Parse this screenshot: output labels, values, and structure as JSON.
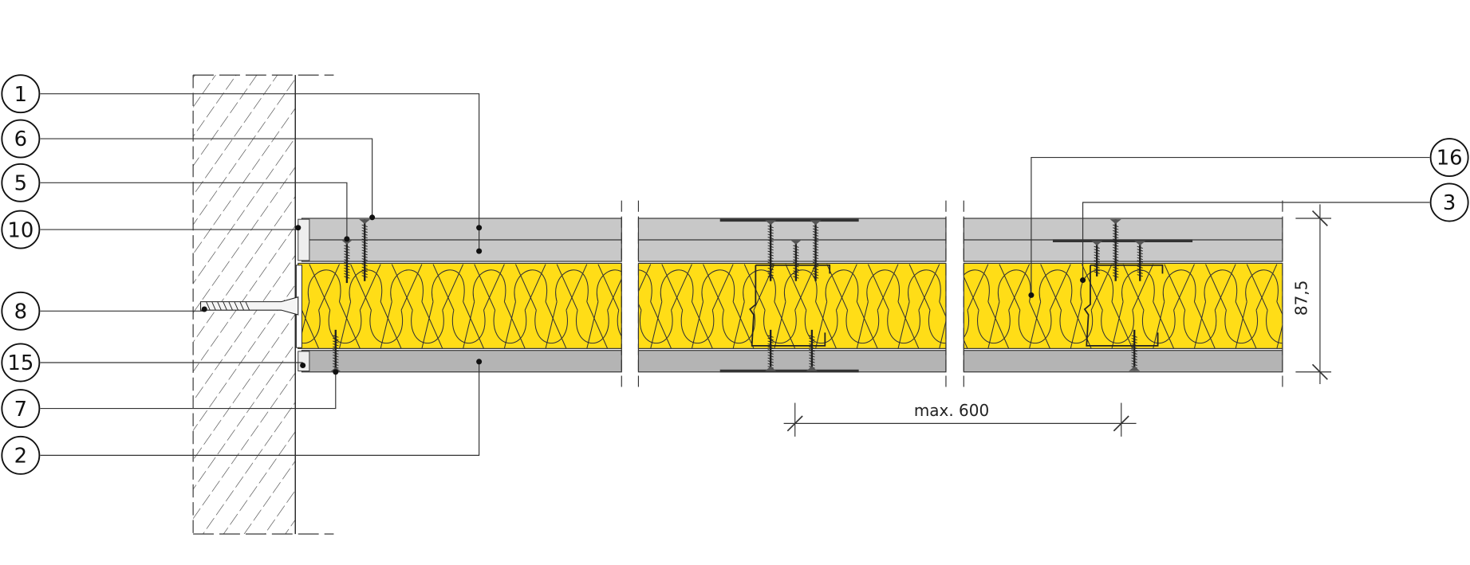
{
  "title": "Wall section detail: plasterboard lining on metal studs with mineral wool insulation",
  "callouts": [
    {
      "label": "1",
      "side": "left"
    },
    {
      "label": "6",
      "side": "left"
    },
    {
      "label": "5",
      "side": "left"
    },
    {
      "label": "10",
      "side": "left"
    },
    {
      "label": "8",
      "side": "left"
    },
    {
      "label": "15",
      "side": "left"
    },
    {
      "label": "7",
      "side": "left"
    },
    {
      "label": "2",
      "side": "left"
    },
    {
      "label": "16",
      "side": "right"
    },
    {
      "label": "3",
      "side": "right"
    }
  ],
  "dimensions": {
    "thickness": "87,5",
    "stud_spacing": "max. 600"
  },
  "colors": {
    "insulation": "#FFDD17",
    "board_upper": "#C8C8C8",
    "board_lower": "#B4B4B4",
    "line": "#222222"
  }
}
